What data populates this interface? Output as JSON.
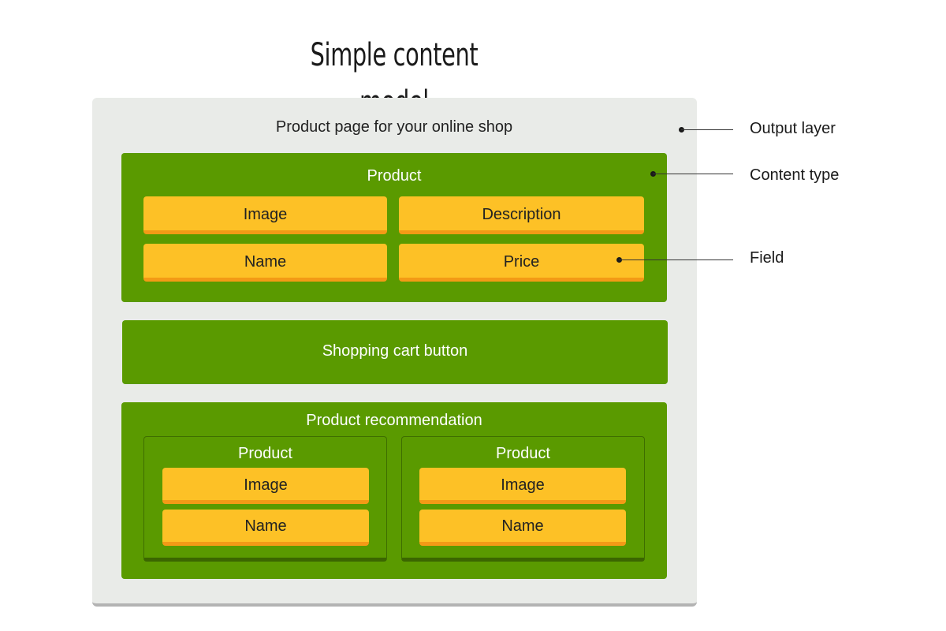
{
  "title": "Simple content model",
  "output_layer": {
    "label": "Product page for your online shop"
  },
  "product_block": {
    "label": "Product",
    "fields": [
      "Image",
      "Description",
      "Name",
      "Price"
    ]
  },
  "cart_block": {
    "label": "Shopping cart button"
  },
  "recommendation_block": {
    "label": "Product recommendation",
    "products": [
      {
        "label": "Product",
        "fields": [
          "Image",
          "Name"
        ]
      },
      {
        "label": "Product",
        "fields": [
          "Image",
          "Name"
        ]
      }
    ]
  },
  "callouts": {
    "output_layer": "Output layer",
    "content_type": "Content type",
    "field": "Field"
  },
  "colors": {
    "output_layer_bg": "#e9ebe8",
    "content_type_green": "#5a9a00",
    "field_yellow": "#fdc126",
    "field_shadow": "#f39a16"
  }
}
